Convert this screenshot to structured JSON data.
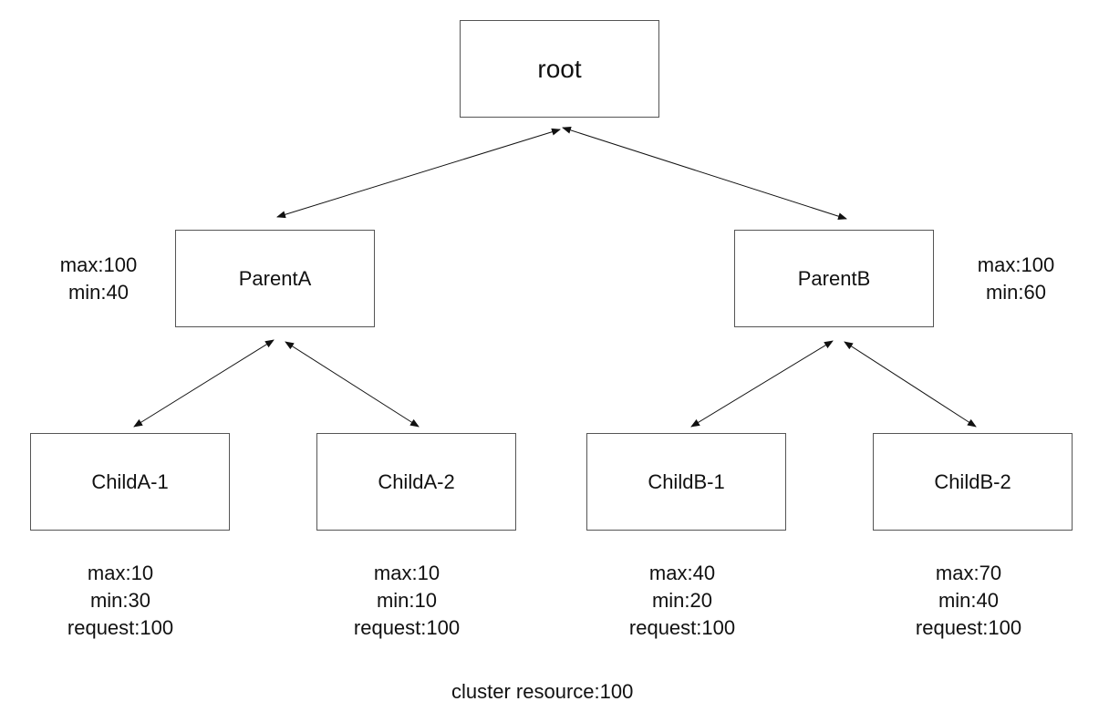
{
  "nodes": {
    "root": "root",
    "parent_a": "ParentA",
    "parent_b": "ParentB",
    "child_a1": "ChildA-1",
    "child_a2": "ChildA-2",
    "child_b1": "ChildB-1",
    "child_b2": "ChildB-2"
  },
  "labels": {
    "parent_a": {
      "max": "max:100",
      "min": "min:40"
    },
    "parent_b": {
      "max": "max:100",
      "min": "min:60"
    },
    "child_a1": {
      "max": "max:10",
      "min": "min:30",
      "request": "request:100"
    },
    "child_a2": {
      "max": "max:10",
      "min": "min:10",
      "request": "request:100"
    },
    "child_b1": {
      "max": "max:40",
      "min": "min:20",
      "request": "request:100"
    },
    "child_b2": {
      "max": "max:70",
      "min": "min:40",
      "request": "request:100"
    }
  },
  "footer": "cluster resource:100",
  "colors": {
    "border": "#555555",
    "edge": "#111111",
    "text": "#111111"
  }
}
